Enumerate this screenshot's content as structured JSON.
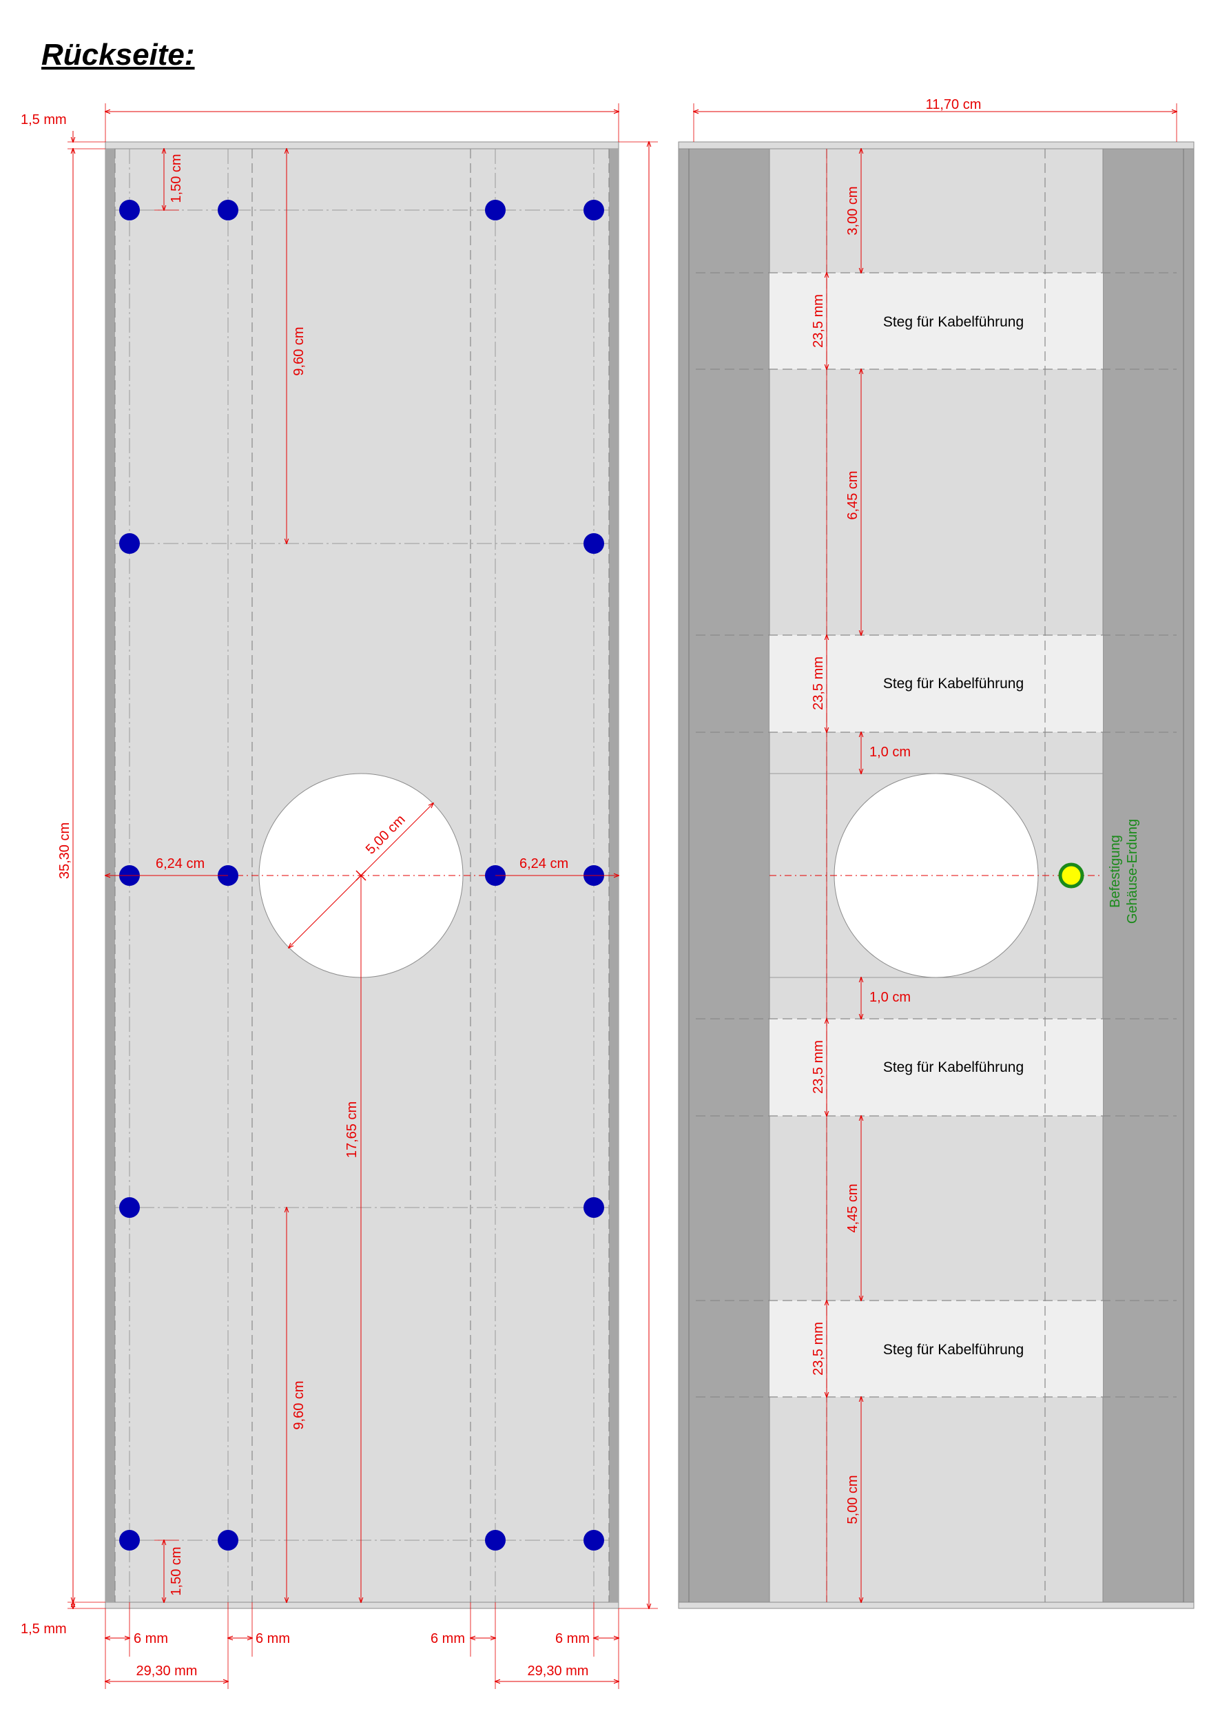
{
  "title": "Rückseite:",
  "colors": {
    "panel": "#dcdcdc",
    "wall": "#a6a6a6",
    "web": "#efefef",
    "dimension": "#e60000",
    "hole": "#0000b3",
    "ground_fill": "#ffff00",
    "ground_ring": "#1a8a1a"
  },
  "front_view": {
    "dimensions": {
      "top_offset": "1,5 mm",
      "bottom_offset": "1,5 mm",
      "total_height": "35,30 cm",
      "hole_top_offset": "1,50 cm",
      "hole_bottom_offset": "1,50 cm",
      "upper_spacing": "9,60 cm",
      "lower_spacing": "9,60 cm",
      "center_height": "17,65 cm",
      "left_center": "6,24 cm",
      "right_center": "6,24 cm",
      "cutout_diameter": "5,00 cm",
      "edge_a": "6 mm",
      "edge_b": "6 mm",
      "edge_c": "6 mm",
      "edge_d": "6 mm",
      "left_group": "29,30 mm",
      "right_group": "29,30 mm"
    }
  },
  "side_view": {
    "width": "11,70 cm",
    "top_gap": "3,00 cm",
    "gap_2": "6,45 cm",
    "upper_clearance": "1,0 cm",
    "lower_clearance": "1,0 cm",
    "gap_4": "4,45 cm",
    "bottom_gap": "5,00 cm",
    "webs": [
      {
        "height": "23,5 mm",
        "label": "Steg für Kabelführung"
      },
      {
        "height": "23,5 mm",
        "label": "Steg für Kabelführung"
      },
      {
        "height": "23,5 mm",
        "label": "Steg für Kabelführung"
      },
      {
        "height": "23,5 mm",
        "label": "Steg für Kabelführung"
      }
    ],
    "ground_label_line1": "Befestigung",
    "ground_label_line2": "Gehäuse-Erdung"
  }
}
